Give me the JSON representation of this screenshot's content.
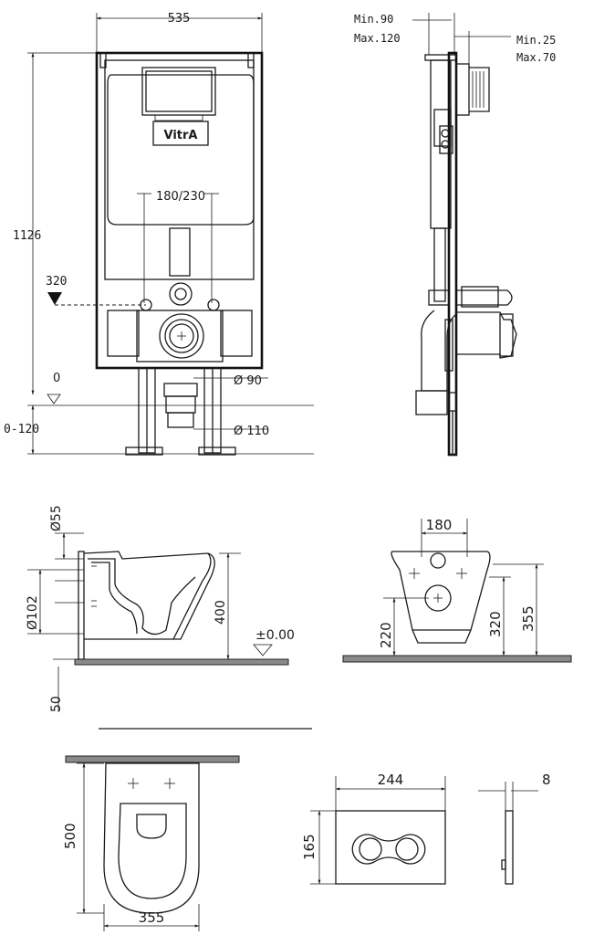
{
  "frame": {
    "width": "535",
    "height": "1126",
    "flush_hole_width": "180/230",
    "axis_height": "320",
    "floor_level": "0",
    "floor_range": "0-120",
    "waste_dia": "Ø 90",
    "waste_dia_2": "Ø 110",
    "brand": "VitrA"
  },
  "side_frame": {
    "depth_min": "Min.90",
    "depth_max": "Max.120",
    "button_min": "Min.25",
    "button_max": "Max.70"
  },
  "bowl_side": {
    "inlet_dia": "Ø55",
    "outlet_dia": "Ø102",
    "height": "400",
    "level": "±0.00",
    "floor_offset": "50"
  },
  "bowl_front": {
    "bolt_spacing": "180",
    "height_a": "220",
    "height_b": "320",
    "height_c": "355"
  },
  "bowl_top": {
    "length": "500",
    "width": "355"
  },
  "flush_plate": {
    "width": "244",
    "height": "165",
    "thickness": "8"
  }
}
